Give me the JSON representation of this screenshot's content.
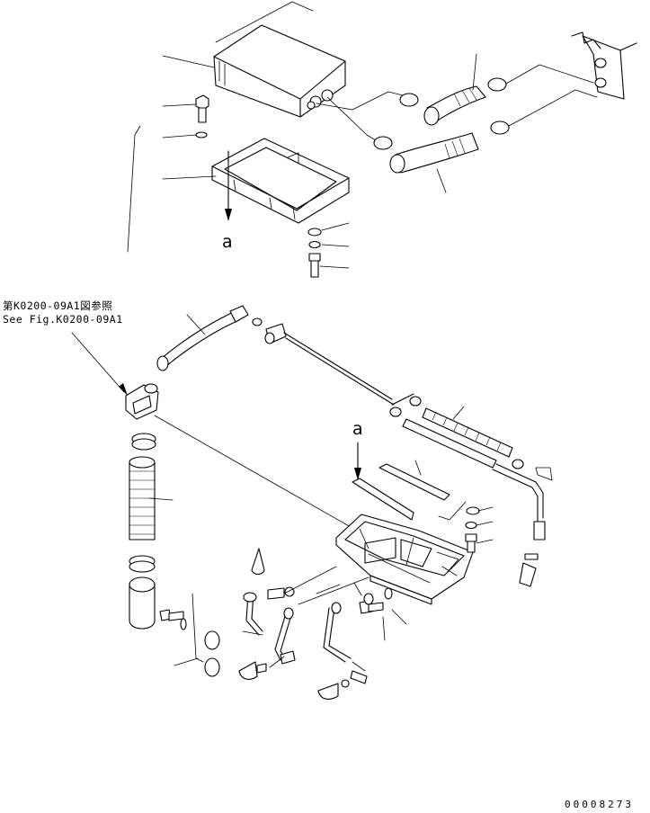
{
  "reference_note": {
    "line_jp": "第K0200-09A1図参照",
    "line_en": "See Fig.K0200-09A1"
  },
  "detail_markers": {
    "upper": "a",
    "lower": "a"
  },
  "drawing_code": "00008273"
}
